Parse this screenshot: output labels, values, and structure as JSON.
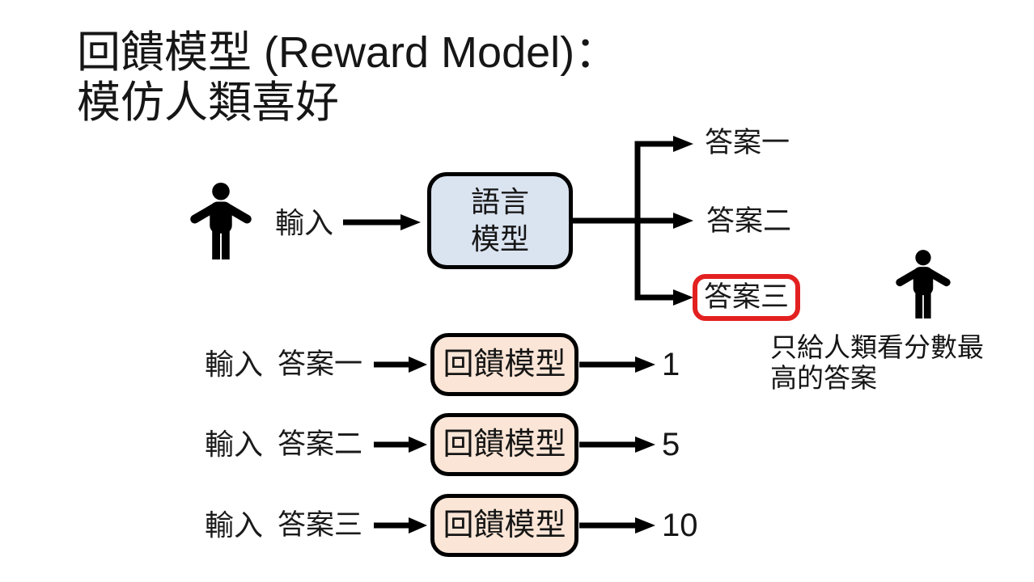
{
  "slide": {
    "title_line1": "回饋模型 (Reward Model)：",
    "title_line2": "模仿人類喜好"
  },
  "top_flow": {
    "human_icon": "person-icon",
    "input_label": "輸入",
    "language_model_line1": "語言",
    "language_model_line2": "模型",
    "answers": [
      {
        "label": "答案一",
        "highlighted": false
      },
      {
        "label": "答案二",
        "highlighted": false
      },
      {
        "label": "答案三",
        "highlighted": true
      }
    ],
    "selection_note_line1": "只給人類看分數最",
    "selection_note_line2": "高的答案"
  },
  "reward_flow": {
    "rows": [
      {
        "input_label": "輸入",
        "answer_label": "答案一",
        "model_label": "回饋模型",
        "score": "1"
      },
      {
        "input_label": "輸入",
        "answer_label": "答案二",
        "model_label": "回饋模型",
        "score": "5"
      },
      {
        "input_label": "輸入",
        "answer_label": "答案三",
        "model_label": "回饋模型",
        "score": "10"
      }
    ]
  },
  "colors": {
    "background": "#ffffff",
    "ink": "#000000",
    "language_model_fill": "#dae3f0",
    "reward_model_fill": "#fbe5d6",
    "highlight_red": "#e32020"
  }
}
